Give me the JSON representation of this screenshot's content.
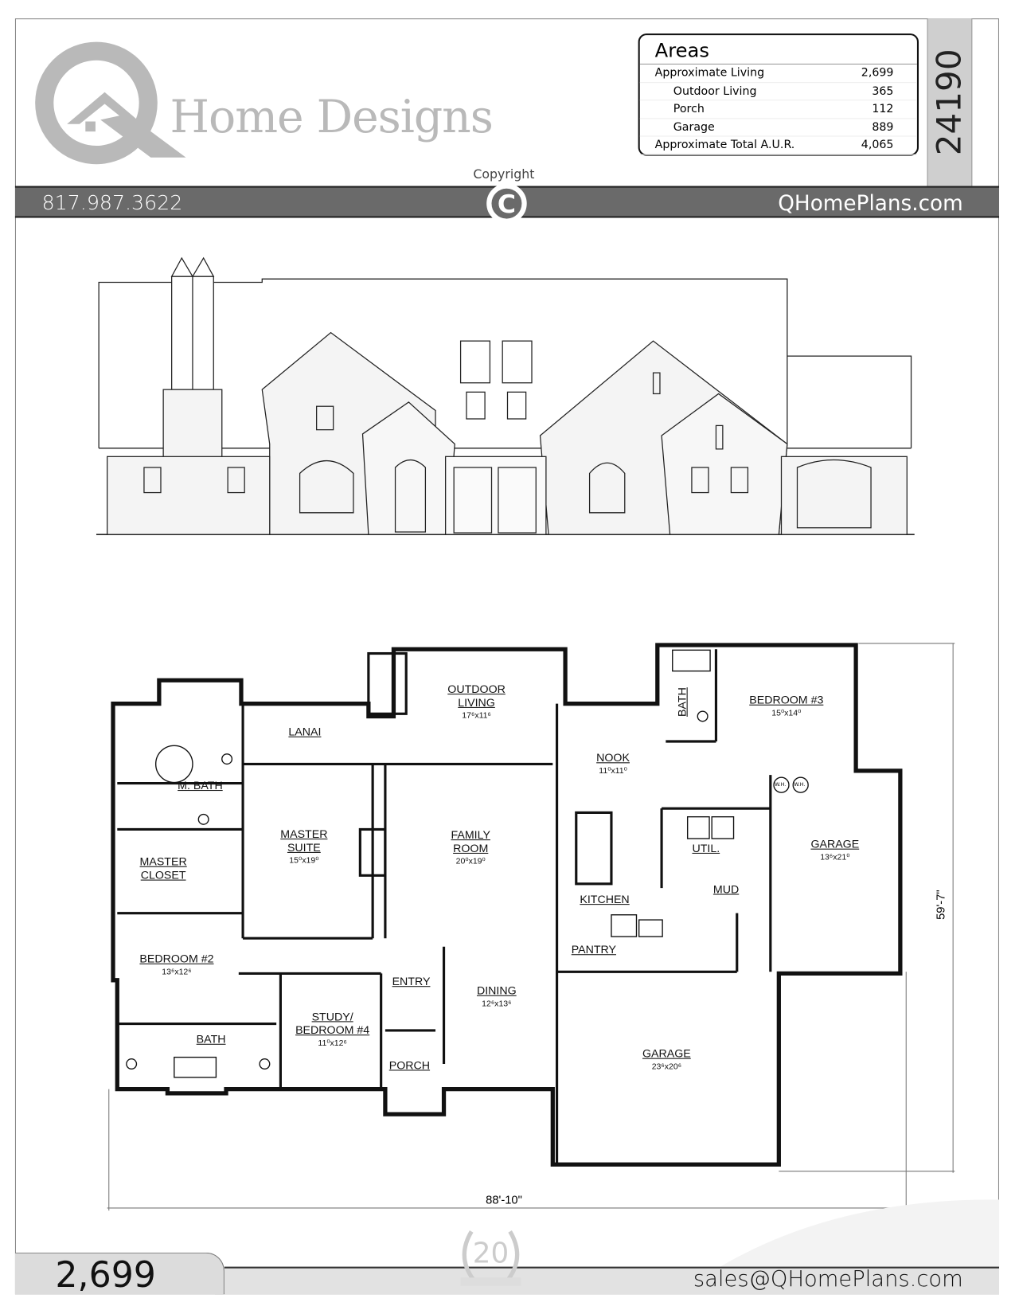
{
  "brand": {
    "name": "Home Designs",
    "logo_letter": "Q",
    "website": "QHomePlans.com",
    "phone": "817.987.3622",
    "email": "sales@QHomePlans.com",
    "copyright_label": "Copyright",
    "copyright_symbol": "C",
    "anniversary_badge": "20"
  },
  "plan_number": "24190",
  "areas": {
    "title": "Areas",
    "rows": [
      {
        "label": "Approximate Living",
        "value": "2,699",
        "indent": false
      },
      {
        "label": "Outdoor Living",
        "value": "365",
        "indent": true
      },
      {
        "label": "Porch",
        "value": "112",
        "indent": true
      },
      {
        "label": "Garage",
        "value": "889",
        "indent": true
      },
      {
        "label": "Approximate Total A.U.R.",
        "value": "4,065",
        "indent": false
      }
    ]
  },
  "square_footage": "2,699",
  "floor_plan": {
    "overall_width": "88'-10\"",
    "overall_depth": "59'-7\"",
    "rooms": [
      {
        "name": "OUTDOOR LIVING",
        "dims": "17⁶x11⁶"
      },
      {
        "name": "LANAI",
        "dims": ""
      },
      {
        "name": "M. BATH",
        "dims": ""
      },
      {
        "name": "MASTER SUITE",
        "dims": "15⁰x19⁰"
      },
      {
        "name": "FAMILY ROOM",
        "dims": "20⁰x19⁰"
      },
      {
        "name": "NOOK",
        "dims": "11⁰x11⁰"
      },
      {
        "name": "BATH",
        "dims": ""
      },
      {
        "name": "BEDROOM #3",
        "dims": "15⁰x14⁰"
      },
      {
        "name": "MASTER CLOSET",
        "dims": ""
      },
      {
        "name": "UTIL.",
        "dims": ""
      },
      {
        "name": "GARAGE",
        "dims": "13⁶x21⁰"
      },
      {
        "name": "MUD",
        "dims": ""
      },
      {
        "name": "KITCHEN",
        "dims": ""
      },
      {
        "name": "PANTRY",
        "dims": ""
      },
      {
        "name": "BEDROOM #2",
        "dims": "13⁶x12⁶"
      },
      {
        "name": "ENTRY",
        "dims": ""
      },
      {
        "name": "DINING",
        "dims": "12⁶x13⁶"
      },
      {
        "name": "STUDY/ BEDROOM #4",
        "dims": "11⁰x12⁶"
      },
      {
        "name": "BATH",
        "dims": ""
      },
      {
        "name": "PORCH",
        "dims": ""
      },
      {
        "name": "GARAGE",
        "dims": "23⁶x20⁶"
      }
    ],
    "appliance_labels": [
      "W.H.",
      "W.H."
    ]
  },
  "colors": {
    "header_bar": "#6a6a6a",
    "logo_gray": "#b9b9b9",
    "tab_gray": "#cfcfcf"
  }
}
